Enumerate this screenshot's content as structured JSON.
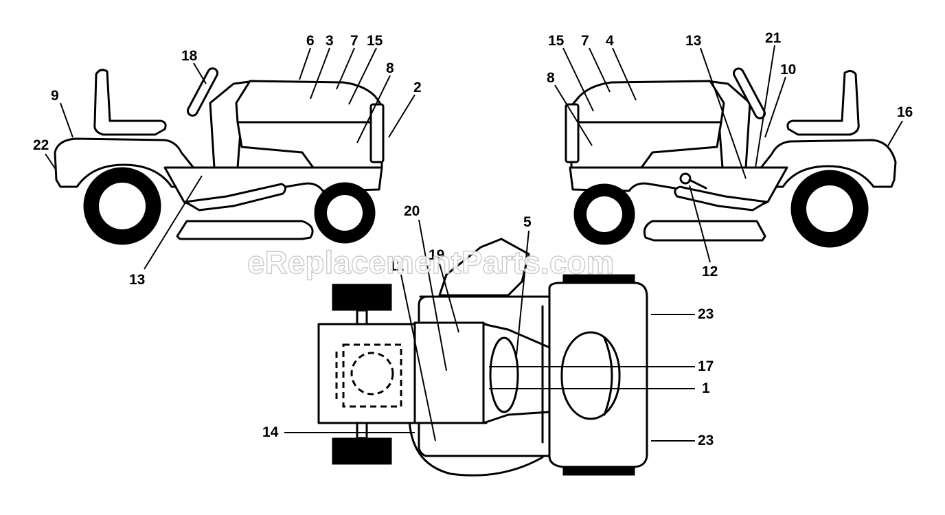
{
  "watermark": "eReplacementParts.com",
  "left_view": {
    "callouts": {
      "c6": "6",
      "c3": "3",
      "c7": "7",
      "c15": "15",
      "c18": "18",
      "c8": "8",
      "c2": "2",
      "c9": "9",
      "c22": "22",
      "c13": "13"
    }
  },
  "right_view": {
    "callouts": {
      "c15": "15",
      "c7": "7",
      "c4": "4",
      "c13": "13",
      "c21": "21",
      "c10": "10",
      "c8": "8",
      "c16": "16",
      "c12": "12"
    }
  },
  "top_view": {
    "callouts": {
      "c20": "20",
      "c19": "19",
      "c5": "5",
      "c11": "11",
      "c23a": "23",
      "c17": "17",
      "c1": "1",
      "c14": "14",
      "c23b": "23"
    }
  }
}
